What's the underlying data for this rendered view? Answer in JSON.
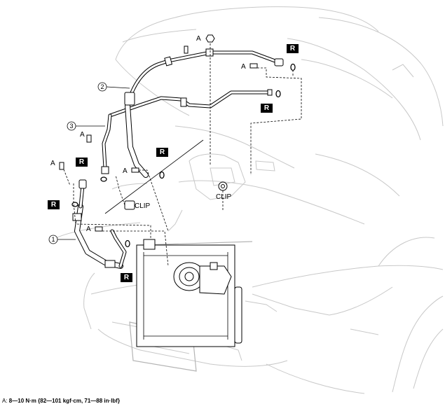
{
  "labels": {
    "a": "A",
    "r": "R",
    "clip": "CLIP",
    "part1": "1",
    "part2": "2",
    "part3": "3"
  },
  "footnote": {
    "prefix": "A:",
    "value": "8—10 N·m {82—101 kgf·cm, 71—88 in·lbf}"
  }
}
